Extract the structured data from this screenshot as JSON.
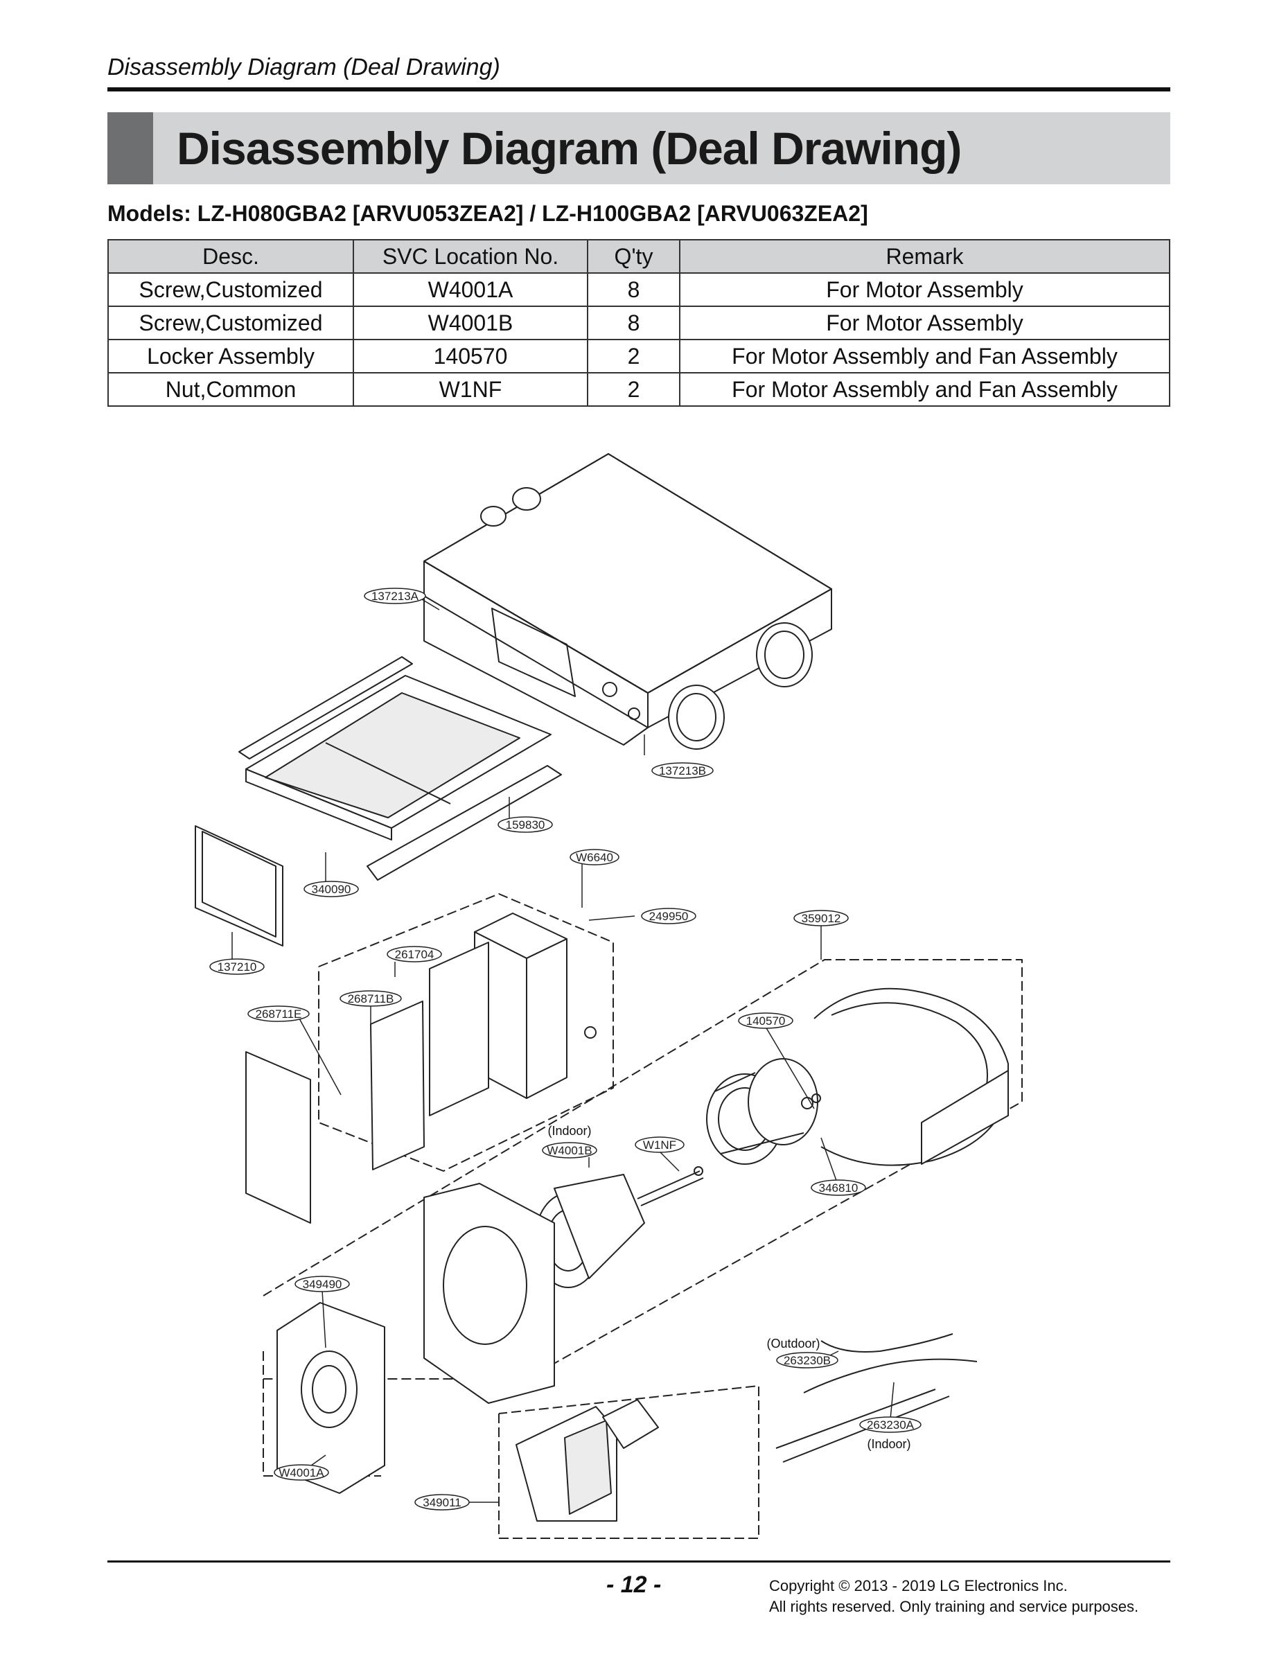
{
  "header": {
    "running_title": "Disassembly Diagram (Deal Drawing)",
    "title": "Disassembly Diagram (Deal Drawing)",
    "models": "Models: LZ-H080GBA2 [ARVU053ZEA2] / LZ-H100GBA2 [ARVU063ZEA2]"
  },
  "parts_table": {
    "columns": [
      "Desc.",
      "SVC Location No.",
      "Q'ty",
      "Remark"
    ],
    "rows": [
      [
        "Screw,Customized",
        "W4001A",
        "8",
        "For Motor Assembly"
      ],
      [
        "Screw,Customized",
        "W4001B",
        "8",
        "For Motor Assembly"
      ],
      [
        "Locker Assembly",
        "140570",
        "2",
        "For Motor Assembly and Fan Assembly"
      ],
      [
        "Nut,Common",
        "W1NF",
        "2",
        "For Motor Assembly and Fan Assembly"
      ]
    ]
  },
  "diagram": {
    "callouts": [
      "137213A",
      "137213B",
      "159830",
      "W6640",
      "340090",
      "249950",
      "359012",
      "137210",
      "261704",
      "268711B",
      "268711E",
      "140570",
      "346810",
      "W4001B",
      "W1NF",
      "349490",
      "263230B",
      "263230A",
      "W4001A",
      "349011"
    ],
    "notes": [
      "(Indoor)",
      "(Outdoor)",
      "(Indoor)"
    ]
  },
  "footer": {
    "page_number": "- 12 -",
    "copyright_line1": "Copyright © 2013 - 2019 LG Electronics Inc.",
    "copyright_line2": "All rights reserved. Only training and service purposes."
  },
  "colors": {
    "title_band": "#d2d3d4",
    "title_tab": "#6e6f71",
    "rule": "#111111"
  }
}
